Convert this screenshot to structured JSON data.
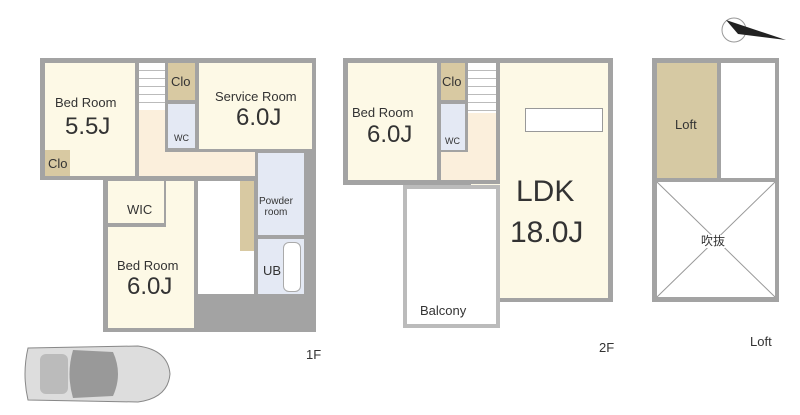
{
  "floors": {
    "first": {
      "label": "1F",
      "rooms": {
        "bed1_name": "Bed Room",
        "bed1_size": "5.5J",
        "clo1": "Clo",
        "clo2": "Clo",
        "service_name": "Service Room",
        "service_size": "6.0J",
        "wc": "WC",
        "wic": "WIC",
        "powder": "Powder\nroom",
        "ub": "UB",
        "bed2_name": "Bed Room",
        "bed2_size": "6.0J"
      }
    },
    "second": {
      "label": "2F",
      "rooms": {
        "bed_name": "Bed Room",
        "bed_size": "6.0J",
        "clo": "Clo",
        "wc": "WC",
        "ldk_name": "LDK",
        "ldk_size": "18.0J",
        "balcony": "Balcony"
      }
    },
    "loft": {
      "label": "Loft",
      "rooms": {
        "loft": "Loft",
        "void": "吹抜"
      }
    }
  },
  "colors": {
    "wall": "#a3a3a3",
    "room": "#fdf9e6",
    "closet": "#d8c9a2",
    "wet": "#e4e9f4",
    "hall": "#fbefdc"
  }
}
